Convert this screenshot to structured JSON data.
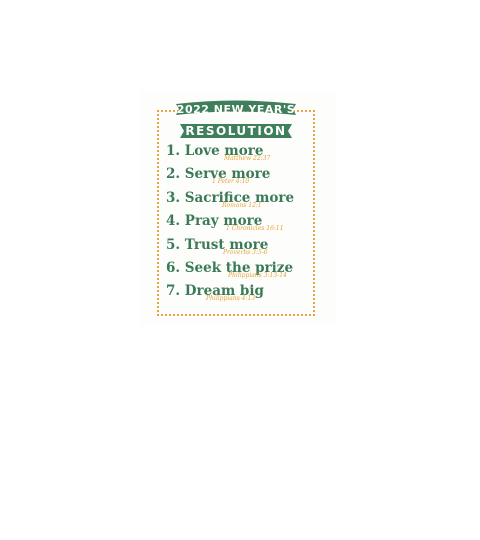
{
  "banner": {
    "line1": "2022 NEW YEAR'S",
    "line2": "RESOLUTION"
  },
  "items": [
    {
      "text": "1. Love more",
      "ref": "Matthew 22:37"
    },
    {
      "text": "2. Serve more",
      "ref": "1 Peter 4:10"
    },
    {
      "text": "3. Sacrifice more",
      "ref": "Romans 12:1"
    },
    {
      "text": "4. Pray more",
      "ref": "1 Chronicles 16:11"
    },
    {
      "text": "5. Trust more",
      "ref": "Proverbs 3:5-6"
    },
    {
      "text": "6. Seek the prize",
      "ref": "Philippians 3:13-14"
    },
    {
      "text": "7. Dream big",
      "ref": "Philippians 4:13"
    }
  ],
  "colors": {
    "green": "#3a7a57",
    "banner": "#3f7f5c",
    "orange": "#e8a33a"
  }
}
